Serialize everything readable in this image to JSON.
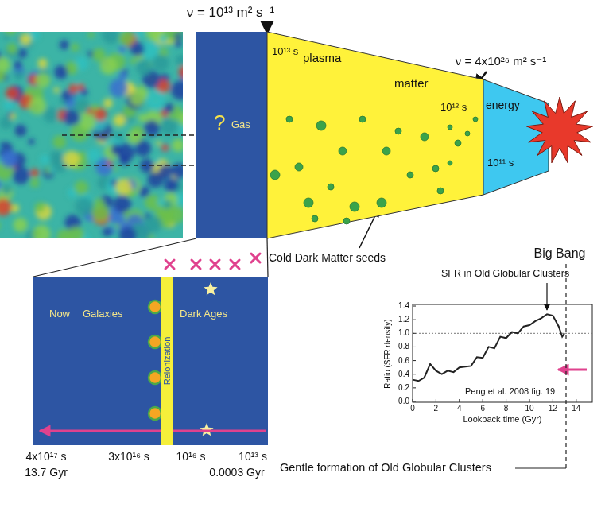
{
  "diagram": {
    "nodes": [
      {
        "text": [
          "?",
          "Gas"
        ]
      },
      {
        "text": [
          "10¹³ s",
          "plasma",
          "matter",
          "10¹² s"
        ]
      },
      {
        "text": [
          "energy",
          "10¹¹ s"
        ]
      },
      {
        "text": [
          "Big Bang"
        ]
      },
      {
        "text": [
          "Now",
          "Galaxies",
          "Dark Ages"
        ]
      },
      {
        "text": [
          "Reionization"
        ],
        "in": 4
      }
    ],
    "edges": [
      {
        "from": 0,
        "to": 4,
        "arrow": "none"
      },
      {
        "from": 0,
        "to": 4,
        "arrow": "none"
      }
    ],
    "labels": [
      "ν = 10¹³ m² s⁻¹",
      "ν = 4x10²⁶ m² s⁻¹",
      "Cold Dark Matter seeds",
      "4x10¹⁷ s",
      "13.7 Gyr",
      "3x10¹⁶ s",
      "10¹⁶ s",
      "10¹³ s",
      "0.0003 Gyr",
      "SFR in Old Globular Clusters",
      "Ratio (SFR density)",
      "1.4",
      "1.2",
      "1.0",
      "0.8",
      "0.6",
      "0.4",
      "0.2",
      "0.0",
      "0",
      "2",
      "4",
      "6",
      "8",
      "10",
      "12",
      "14",
      "Lookback time (Gyr)",
      "Peng et al. 2008 fig. 19",
      "Gentle formation of Old Globular Clusters"
    ]
  }
}
